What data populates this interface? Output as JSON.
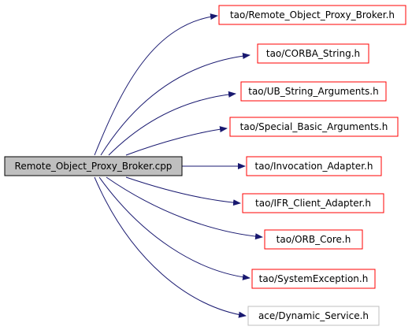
{
  "diagram": {
    "source": {
      "label": "Remote_Object_Proxy_Broker.cpp",
      "fill": "#bfbfbf",
      "stroke": "#000000"
    },
    "edge_color": "#191970",
    "includes": [
      {
        "label": "tao/Remote_Object_Proxy_Broker.h",
        "border": "#ff0000"
      },
      {
        "label": "tao/CORBA_String.h",
        "border": "#ff0000"
      },
      {
        "label": "tao/UB_String_Arguments.h",
        "border": "#ff0000"
      },
      {
        "label": "tao/Special_Basic_Arguments.h",
        "border": "#ff0000"
      },
      {
        "label": "tao/Invocation_Adapter.h",
        "border": "#ff0000"
      },
      {
        "label": "tao/IFR_Client_Adapter.h",
        "border": "#ff0000"
      },
      {
        "label": "tao/ORB_Core.h",
        "border": "#ff0000"
      },
      {
        "label": "tao/SystemException.h",
        "border": "#ff0000"
      },
      {
        "label": "ace/Dynamic_Service.h",
        "border": "#bfbfbf"
      }
    ]
  }
}
